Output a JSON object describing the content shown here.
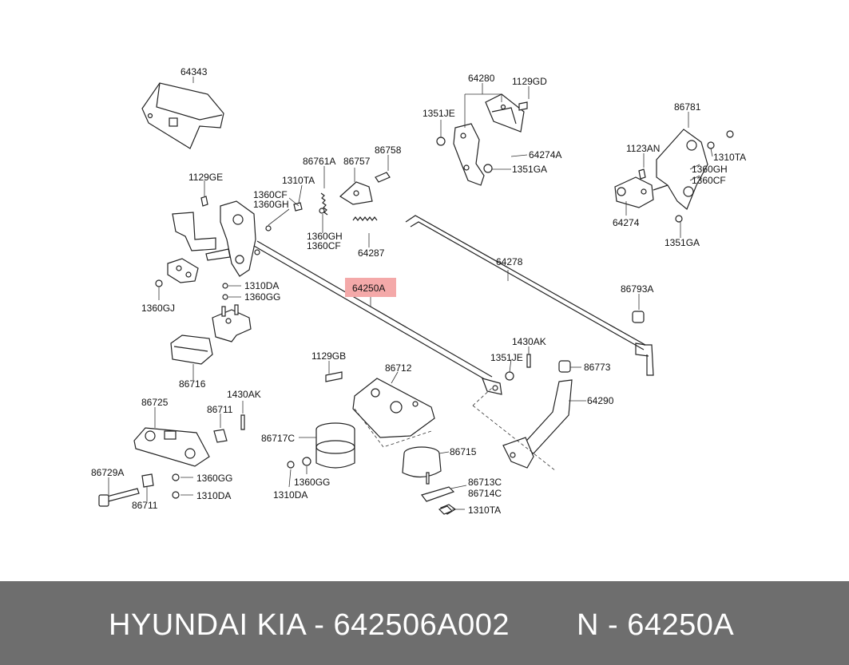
{
  "diagram": {
    "labels": [
      "64343",
      "64280",
      "1129GD",
      "1351JE",
      "64274A",
      "1351GA",
      "86781",
      "1123AN",
      "1310TA",
      "1360GH",
      "1360CF",
      "64274",
      "1351GA",
      "86761A",
      "86758",
      "86757",
      "1310TA",
      "1129GE",
      "1360CF",
      "1360GH",
      "1360GH",
      "1360CF",
      "64287",
      "64278",
      "64250A",
      "86793A",
      "1310DA",
      "1360GG",
      "1360GJ",
      "1430AK",
      "1351JE",
      "86773",
      "1129GB",
      "86712",
      "64290",
      "86716",
      "86725",
      "1430AK",
      "86711",
      "86717C",
      "86715",
      "86713C",
      "86714C",
      "1360GG",
      "1310DA",
      "1310TA",
      "86729A",
      "1360GG",
      "86711",
      "1310DA"
    ],
    "highlighted_label_index": 24,
    "highlight_color": "#f4a9a9"
  },
  "footer": {
    "brand": "HYUNDAI  KIA - 642506A002",
    "part_number": "N - 64250A",
    "background": "#6e6e6e",
    "text_color": "#ffffff"
  }
}
